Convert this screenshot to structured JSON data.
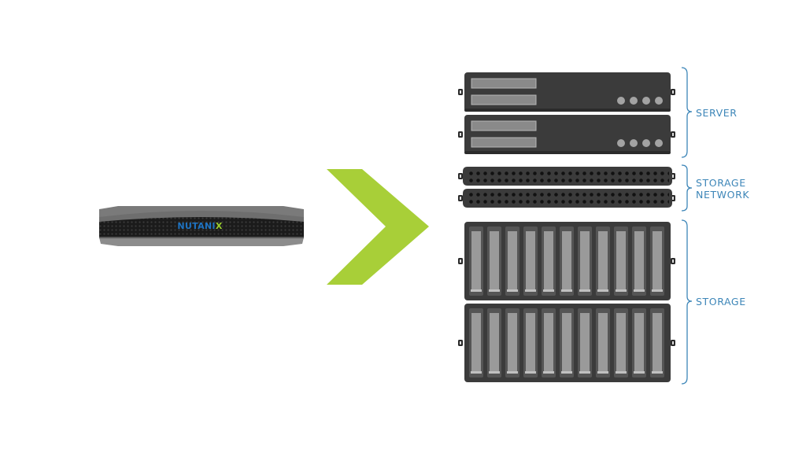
{
  "brand": {
    "text_main": "NUTANI",
    "text_accent": "X",
    "accent_color": "#9bcf2e",
    "main_color": "#1e73c2"
  },
  "arrow": {
    "color": "#a8cf38",
    "shape": "chevron-right"
  },
  "groups": {
    "server": {
      "label": "SERVER"
    },
    "storage_network": {
      "label_line1": "STORAGE",
      "label_line2": "NETWORK"
    },
    "storage": {
      "label": "STORAGE"
    }
  },
  "colors": {
    "label": "#3d86b8",
    "chassis": "#3b3b3b",
    "bay": "#9a9a9a",
    "panel": "#8a8a8a"
  }
}
